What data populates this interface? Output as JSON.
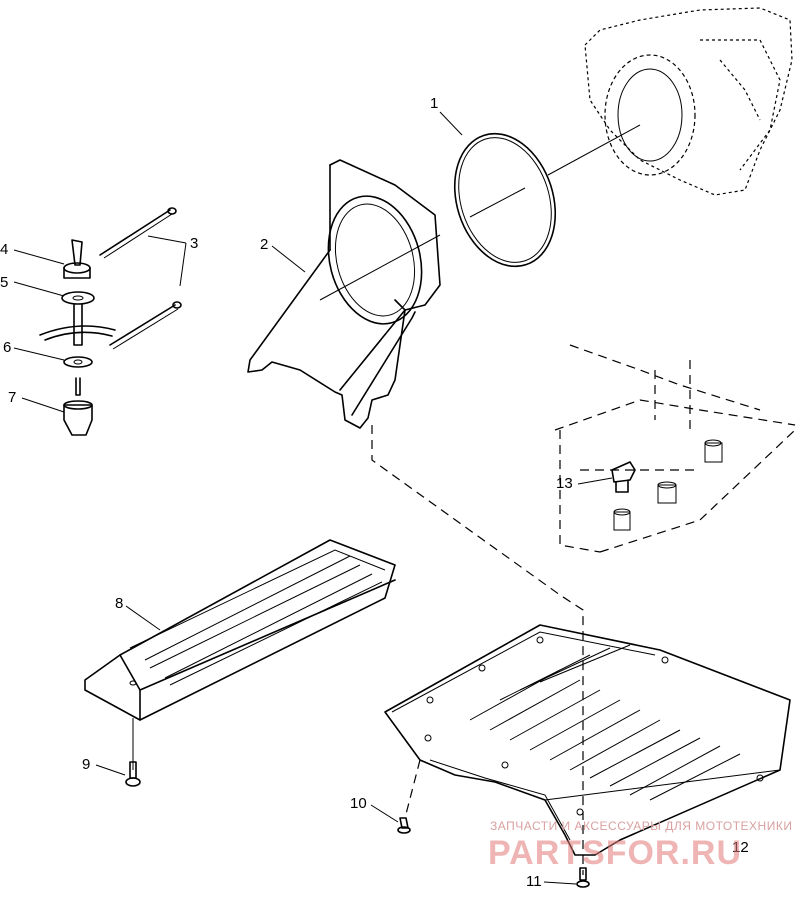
{
  "callouts": {
    "c1": "1",
    "c2": "2",
    "c3": "3",
    "c4": "4",
    "c5": "5",
    "c6": "6",
    "c7": "7",
    "c8": "8",
    "c9": "9",
    "c10": "10",
    "c11": "11",
    "c12": "12",
    "c13": "13"
  },
  "watermark": {
    "top": "ЗАПЧАСТИ И АКСЕССУАРЫ ДЛЯ МОТОТЕХНИКИ",
    "brand": "PARTSFOR.RU"
  }
}
